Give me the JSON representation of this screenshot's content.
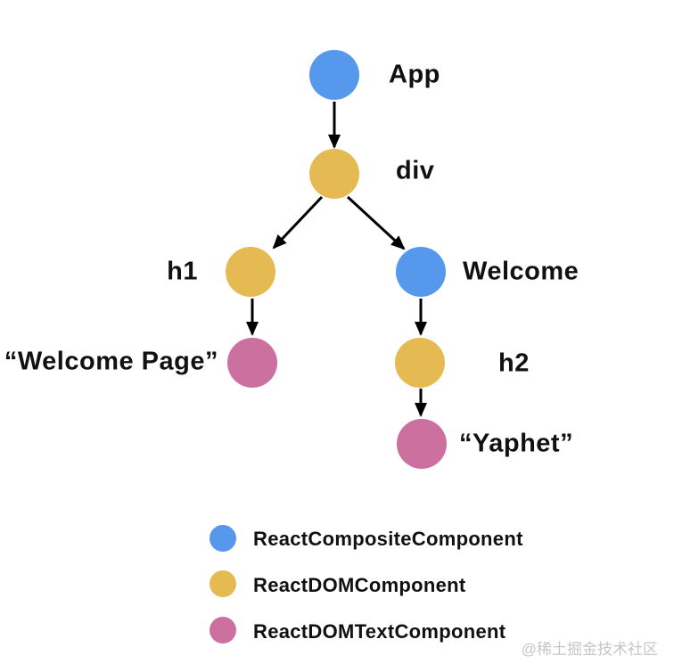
{
  "diagram": {
    "type": "tree",
    "description": "React virtual DOM component tree",
    "nodes": [
      {
        "id": "app",
        "label": "App",
        "kind": "ReactCompositeComponent",
        "color": "#5598EC",
        "label_side": "right"
      },
      {
        "id": "div",
        "label": "div",
        "kind": "ReactDOMComponent",
        "color": "#E6BA52",
        "label_side": "right"
      },
      {
        "id": "h1",
        "label": "h1",
        "kind": "ReactDOMComponent",
        "color": "#E6BA52",
        "label_side": "left"
      },
      {
        "id": "welcome",
        "label": "Welcome",
        "kind": "ReactCompositeComponent",
        "color": "#5598EC",
        "label_side": "right"
      },
      {
        "id": "welcome-page",
        "label": "“Welcome Page”",
        "kind": "ReactDOMTextComponent",
        "color": "#CC70A0",
        "label_side": "left"
      },
      {
        "id": "h2",
        "label": "h2",
        "kind": "ReactDOMComponent",
        "color": "#E6BA52",
        "label_side": "right"
      },
      {
        "id": "yaphet",
        "label": "“Yaphet”",
        "kind": "ReactDOMTextComponent",
        "color": "#CC70A0",
        "label_side": "right"
      }
    ],
    "edges": [
      {
        "from": "app",
        "to": "div"
      },
      {
        "from": "div",
        "to": "h1"
      },
      {
        "from": "div",
        "to": "welcome"
      },
      {
        "from": "h1",
        "to": "welcome-page"
      },
      {
        "from": "welcome",
        "to": "h2"
      },
      {
        "from": "h2",
        "to": "yaphet"
      }
    ],
    "legend": [
      {
        "label": "ReactCompositeComponent",
        "color": "#5598EC"
      },
      {
        "label": "ReactDOMComponent",
        "color": "#E6BA52"
      },
      {
        "label": "ReactDOMTextComponent",
        "color": "#CC70A0"
      }
    ],
    "watermark": "@稀土掘金技术社区"
  },
  "colors": {
    "composite": "#5598EC",
    "dom": "#E6BA52",
    "text_node": "#CC70A0",
    "edge": "#000000",
    "label": "#111111",
    "watermark": "#c6c6c6",
    "background": "#ffffff"
  }
}
